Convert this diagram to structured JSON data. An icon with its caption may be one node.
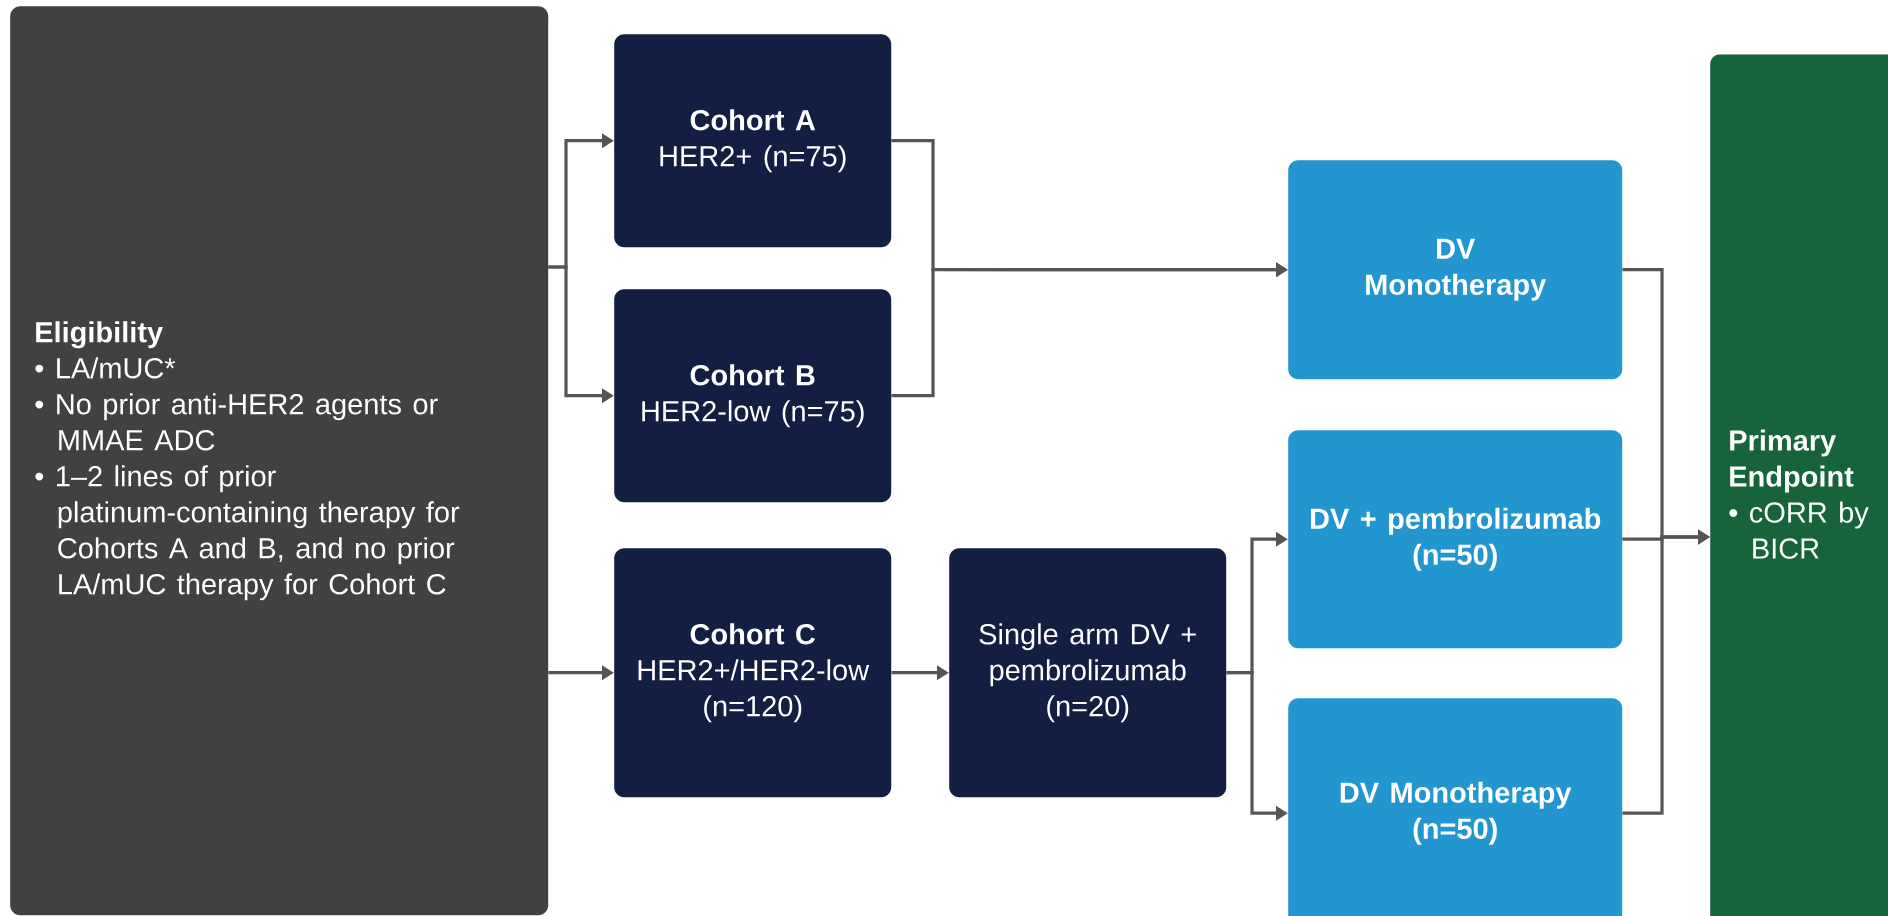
{
  "diagram": {
    "nodes": [
      {
        "text": [
          "Eligibility",
          "• LA/mUC*",
          "• No prior anti-HER2 agents or MMAE ADC",
          "• 1–2 lines of prior platinum-containing therapy for Cohorts A and B, and no prior LA/mUC therapy for Cohort C"
        ]
      },
      {
        "text": [
          "Cohort A",
          "HER2+ (n=75)"
        ]
      },
      {
        "text": [
          "Cohort B",
          "HER2-low (n=75)"
        ]
      },
      {
        "text": [
          "Cohort C",
          "HER2+/HER2-low (n=120)"
        ]
      },
      {
        "text": [
          "Single arm DV + pembrolizumab (n=20)"
        ]
      },
      {
        "text": [
          "DV Monotherapy"
        ]
      },
      {
        "text": [
          "DV + pembrolizumab (n=50)"
        ]
      },
      {
        "text": [
          "DV Monotherapy (n=50)"
        ]
      },
      {
        "text": [
          "Primary Endpoint",
          "• cORR by BICR"
        ]
      }
    ],
    "edges": [
      {
        "from": 0,
        "to": 1,
        "arrow": "to"
      },
      {
        "from": 0,
        "to": 2,
        "arrow": "to"
      },
      {
        "from": 0,
        "to": 3,
        "arrow": "to"
      },
      {
        "from": 1,
        "to": 5,
        "arrow": "to"
      },
      {
        "from": 2,
        "to": 5,
        "arrow": "to"
      },
      {
        "from": 3,
        "to": 4,
        "arrow": "to"
      },
      {
        "from": 4,
        "to": 6,
        "arrow": "to"
      },
      {
        "from": 4,
        "to": 7,
        "arrow": "to"
      },
      {
        "from": 5,
        "to": 8,
        "arrow": "to"
      },
      {
        "from": 6,
        "to": 8,
        "arrow": "to"
      },
      {
        "from": 7,
        "to": 8,
        "arrow": "to"
      }
    ]
  }
}
